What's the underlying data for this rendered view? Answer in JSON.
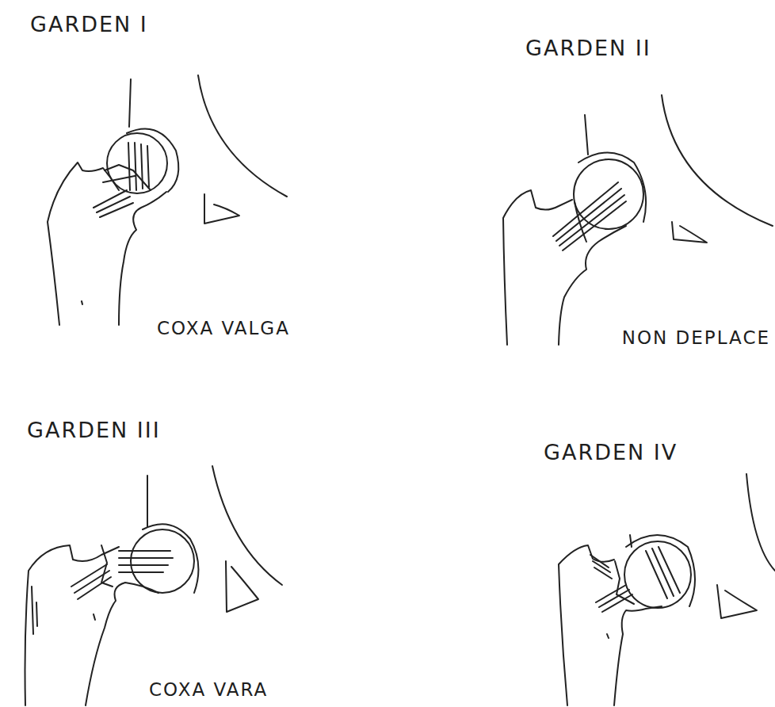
{
  "diagram": {
    "labels": [
      "GARDEN I",
      "GARDEN II",
      "COXA VALGA",
      "NON DEPLACE",
      "GARDEN III",
      "GARDEN IV",
      "COXA VARA"
    ]
  }
}
